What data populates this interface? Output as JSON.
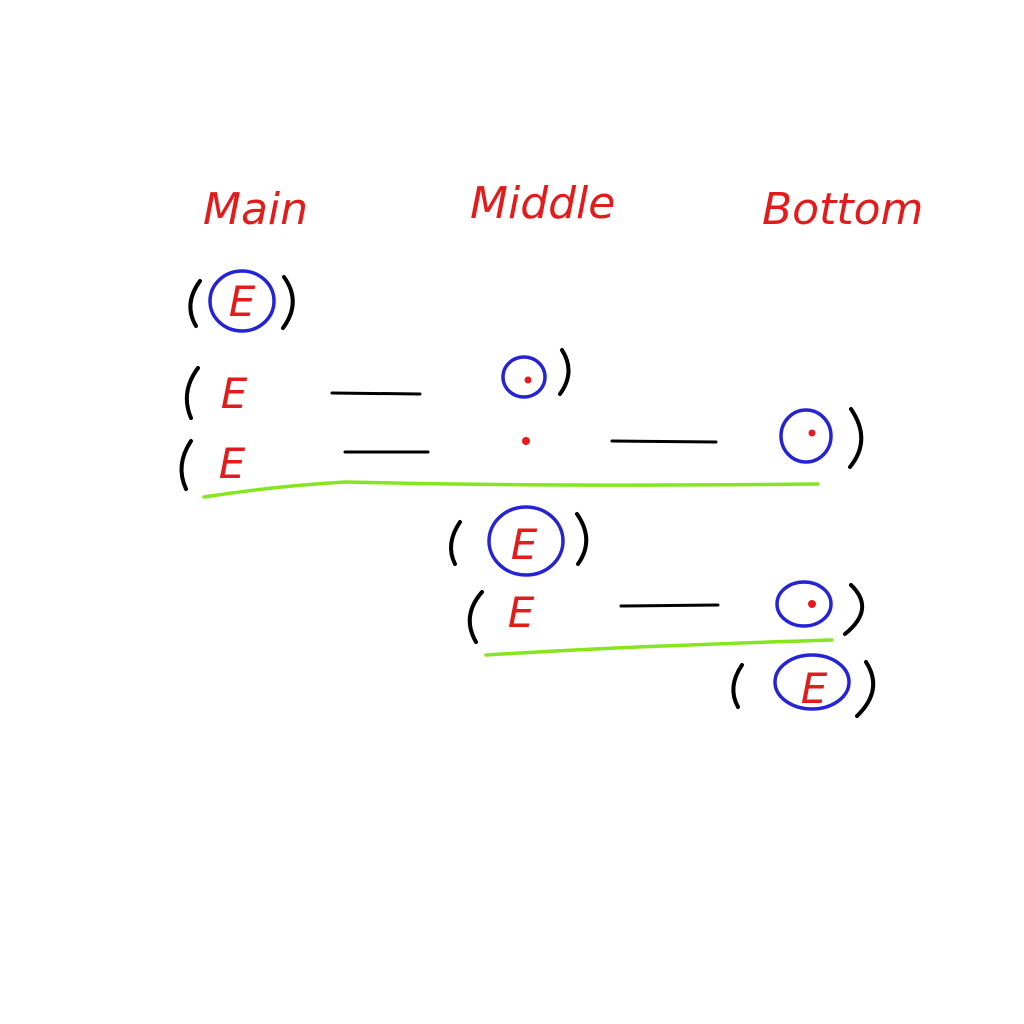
{
  "columns": {
    "main": "Main",
    "middle": "Middle",
    "bottom": "Bottom"
  },
  "nodes": {
    "e_letter": "E"
  },
  "colors": {
    "text": "#e31b1b",
    "circle": "#2424d6",
    "bracket": "#000000",
    "underline": "#86e61e",
    "dot": "#e31b1b"
  }
}
